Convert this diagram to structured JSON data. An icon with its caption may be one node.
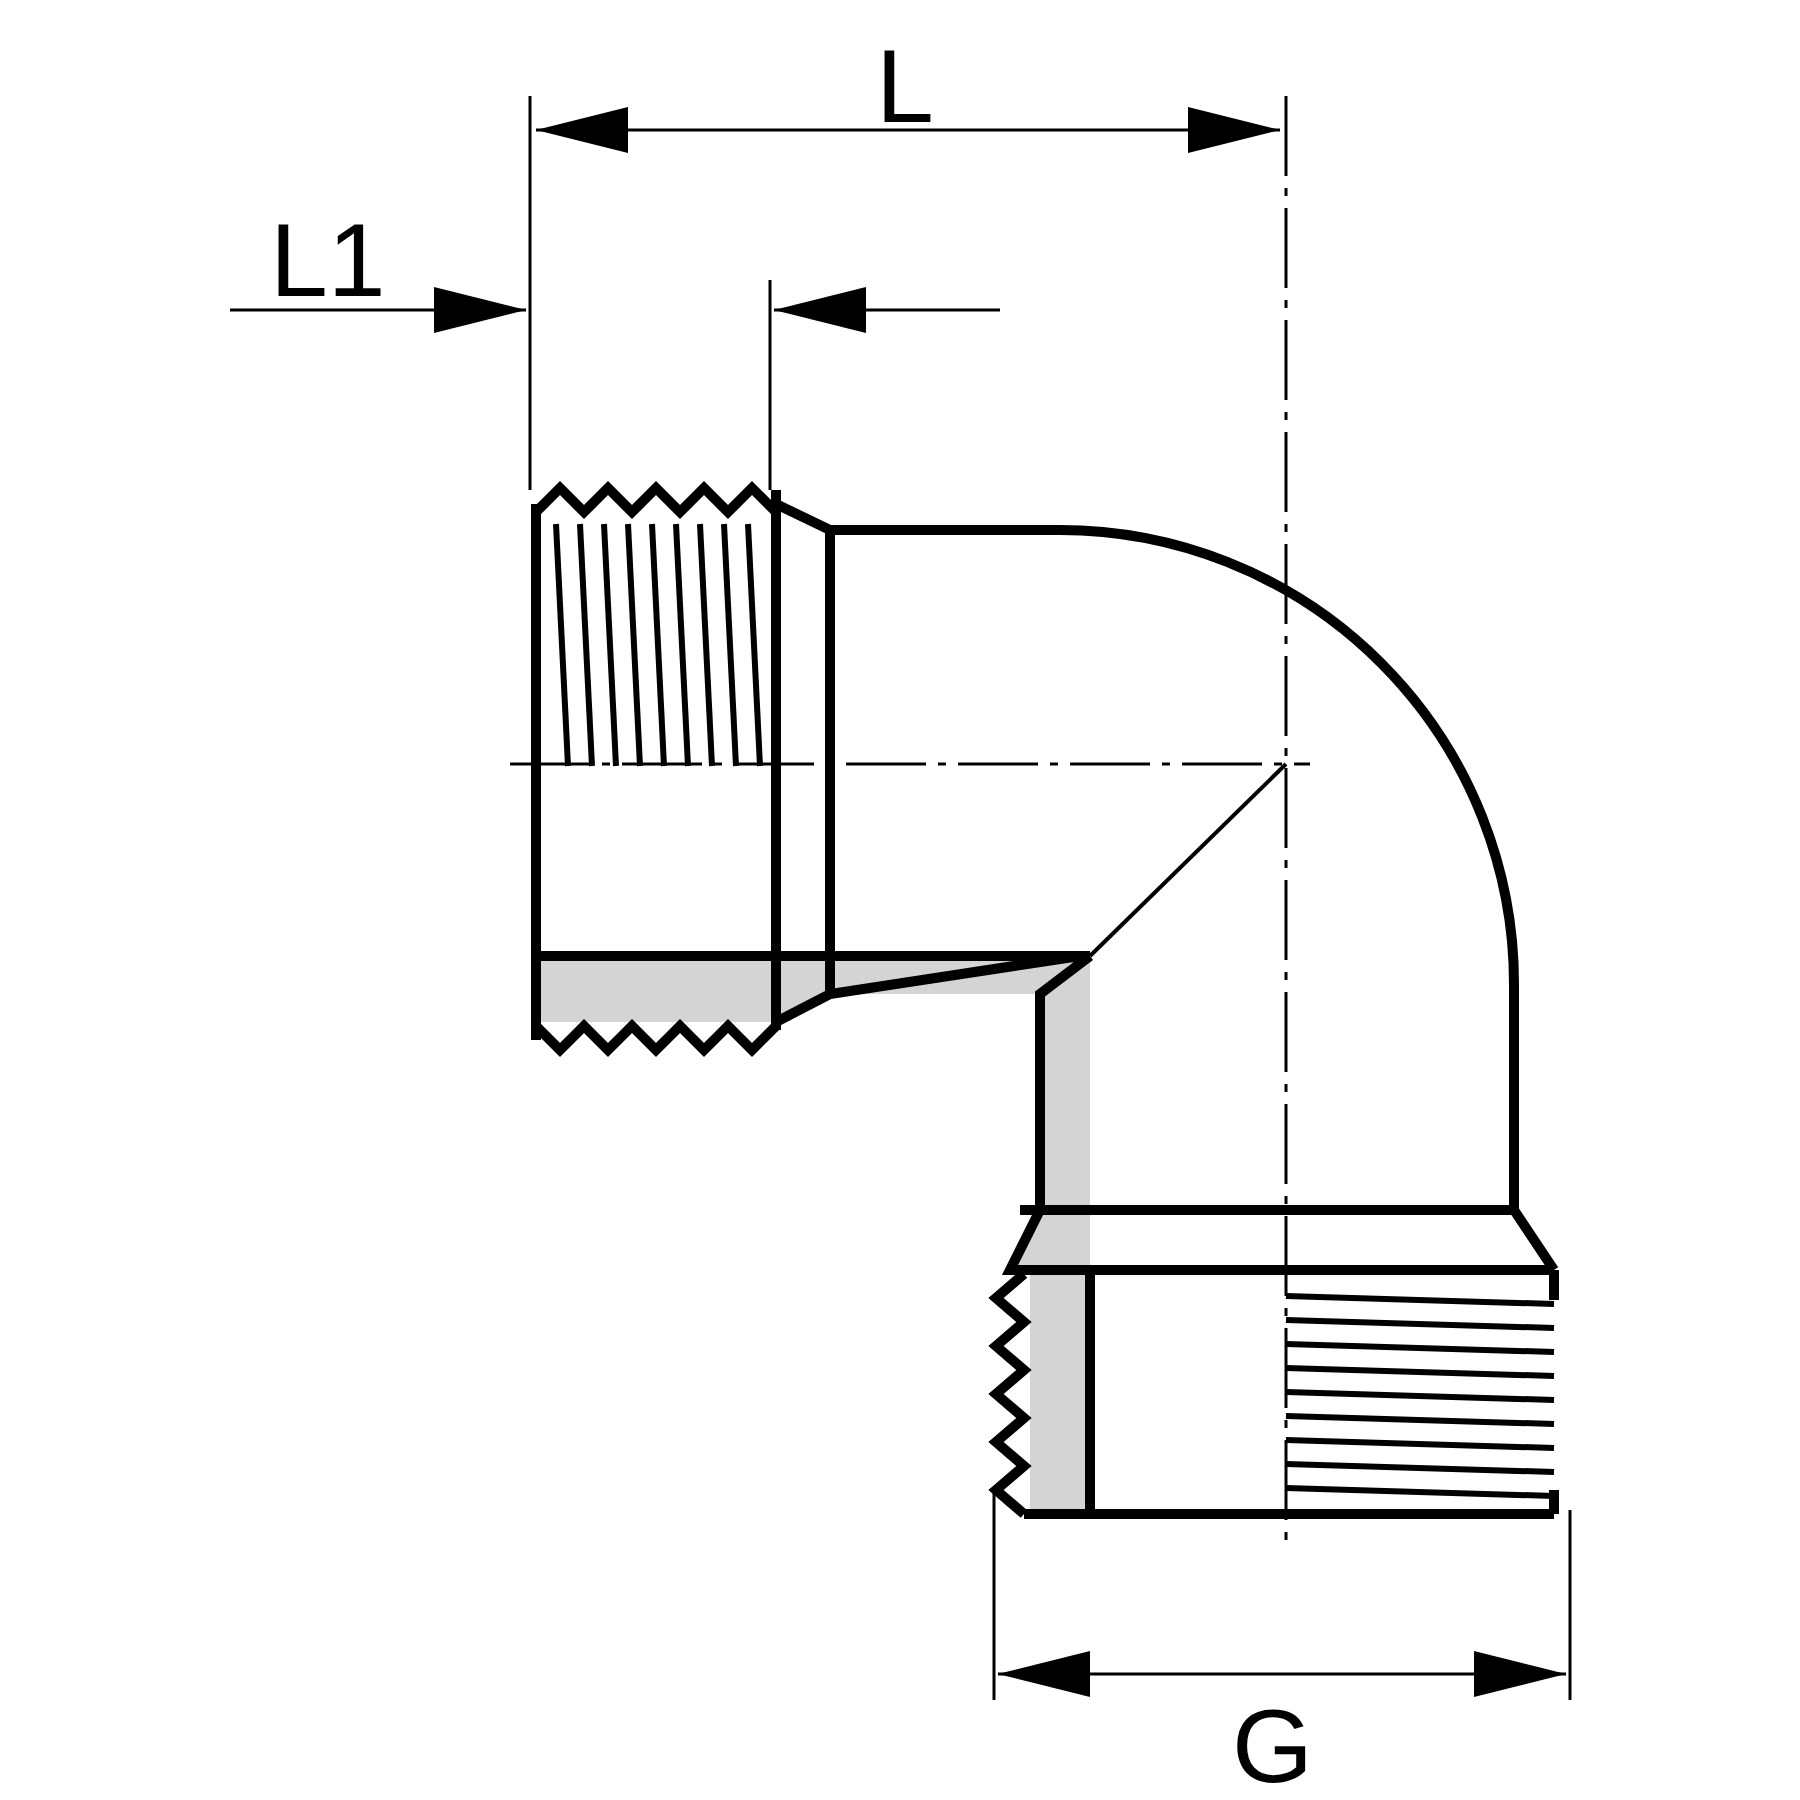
{
  "diagram": {
    "labels": [
      "L",
      "L1",
      "G"
    ]
  }
}
